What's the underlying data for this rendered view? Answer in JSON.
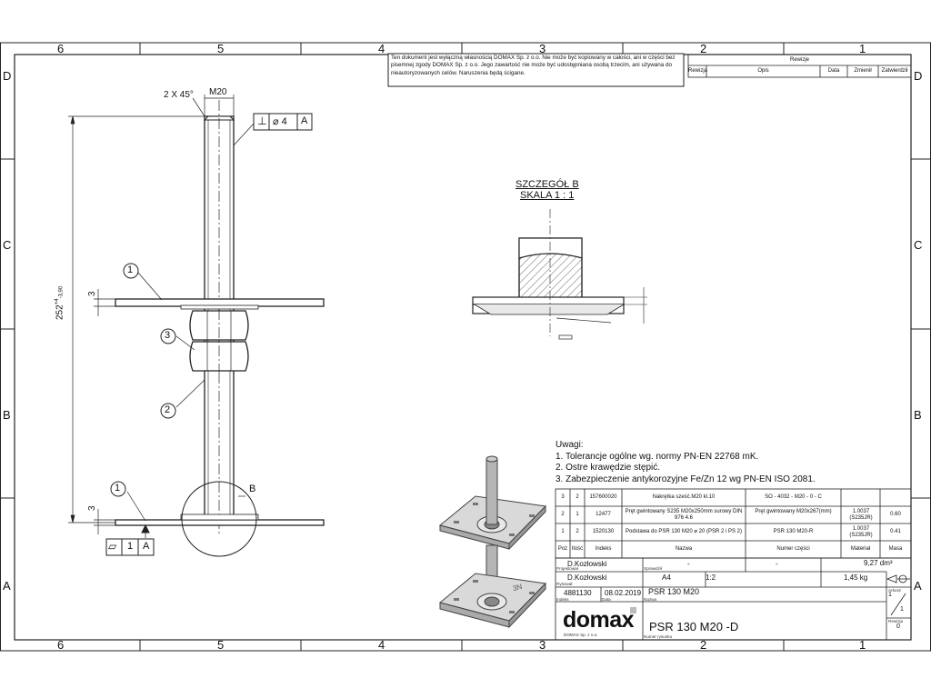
{
  "frame": {
    "col_labels_top": [
      "6",
      "5",
      "4",
      "3",
      "2",
      "1"
    ],
    "col_labels_bottom": [
      "6",
      "5",
      "4",
      "3",
      "2",
      "1"
    ],
    "row_labels_left": [
      "D",
      "C",
      "B",
      "A"
    ],
    "row_labels_right": [
      "D",
      "C",
      "B",
      "A"
    ]
  },
  "notice_text": "Ten dokument jest wyłączną własnością DOMAX Sp. z o.o. Nie może być kopiowany w całości, ani w części bez pisemnej zgody DOMAX Sp. z o.o. Jego zawartość nie może być udostępniana osobą trzecim, ani używana do nieautoryzowanych celów. Naruszenia będą ścigane.",
  "revision_table": {
    "title": "Rewizje",
    "headers": [
      "Rewizja",
      "Opis",
      "Data",
      "Zmienił",
      "Zatwierdził"
    ]
  },
  "dimensions": {
    "chamfer": "2 X 45°",
    "thread": "M20",
    "length": "252",
    "length_tol_upper": "+4",
    "length_tol_lower": "-3,90",
    "plate_top_thickness": "3",
    "plate_bottom_thickness": "3",
    "gdt_perp_symbol": "⊥",
    "gdt_perp_value": "⌀ 4",
    "gdt_perp_datum": "A",
    "gdt_flat_symbol": "▱",
    "gdt_flat_value": "1",
    "gdt_flat_datum": "A",
    "datum_label": "A",
    "detail_callout": "B"
  },
  "balloons": [
    "1",
    "3",
    "2",
    "1"
  ],
  "detail": {
    "title": "SZCZEGÓŁ B",
    "scale": "SKALA 1 : 1"
  },
  "notes": {
    "heading": "Uwagi:",
    "items": [
      "1. Tolerancje ogólne wg. normy PN-EN 22768 mK.",
      "2. Ostre krawędzie stępić.",
      "3. Zabezpieczenie antykorozyjne Fe/Zn 12 wg PN-EN ISO 2081."
    ]
  },
  "bom": {
    "rows": [
      [
        "3",
        "2",
        "157600020",
        "Nakrętka sześć.M20 kl.10",
        "SO - 4032 - M20 - 0 - C",
        "",
        ""
      ],
      [
        "2",
        "1",
        "12477",
        "Pręt gwintowany S235 M20x250mm surowy DIN 976 4.6",
        "Pręt gwintowany M20x267(mm)",
        "1.0037 (S235JR)",
        "0.60"
      ],
      [
        "1",
        "2",
        "1520130",
        "Podstawa do PSR 130 M20 ⌀ 20 (PSR 2 i PS 2)",
        "PSR 130 M20-R",
        "1.0037 (S235JR)",
        "0.41"
      ]
    ],
    "headers": [
      "Poz",
      "Ilość",
      "Indeks",
      "Nazwa",
      "Numer części",
      "Materiał",
      "Masa"
    ]
  },
  "title_block": {
    "lbl_project": "Projektował",
    "designer": "D.Kozłowski",
    "lbl_checked": "Sprawdził",
    "dash1": "-",
    "dash2": "-",
    "volume": "9,27 dm³",
    "lbl_drawn": "Rysował",
    "drawer": "D.Kozłowski",
    "format": "A4",
    "scale": "1:2",
    "mass": "1,45 kg",
    "lbl_index": "Indeks",
    "index": "4881130",
    "lbl_date": "Data",
    "date": "08.02.2019",
    "lbl_name": "Nazwa",
    "name": "PSR 130 M20",
    "company": "domax",
    "company_sub": "DOMAX Sp. z o.o.",
    "lbl_number": "Numer rysunku",
    "drawing_number": "PSR 130  M20 -D",
    "sheet_num": "1",
    "sheet_total": "1",
    "lbl_sheet": "Arkusz",
    "revision": "0",
    "lbl_rev": "Rewizja"
  },
  "iso_model_label": "3N"
}
